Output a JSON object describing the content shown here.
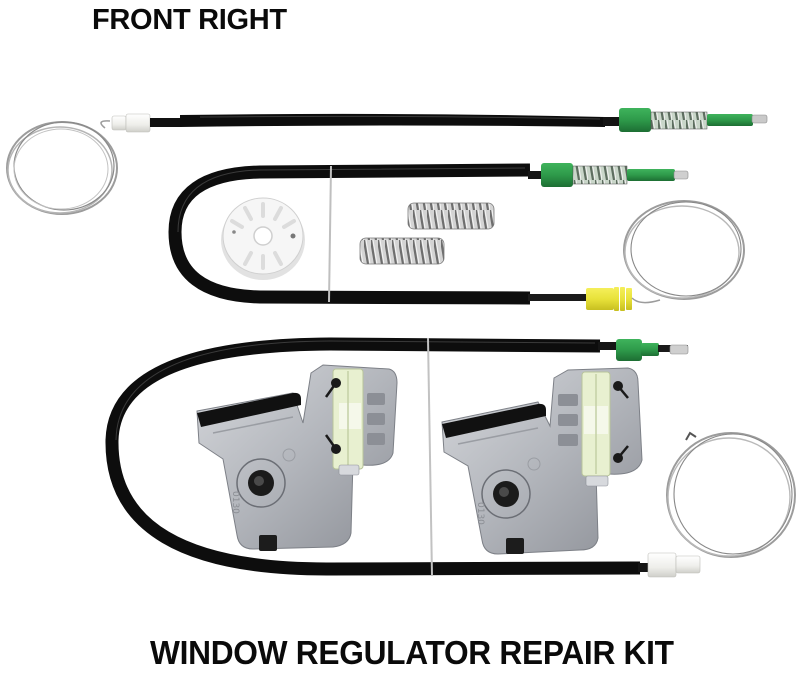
{
  "header": {
    "title": "FRONT RIGHT"
  },
  "footer": {
    "title": "WINDOW REGULATOR REPAIR KIT"
  },
  "photo": {
    "subject": "window regulator repair kit components",
    "components": [
      {
        "name": "upper-cable-assembly",
        "end_fitting_color": "#2e9a4a",
        "conduit_color": "#0d0d0d",
        "start_fitting_color": "#f2f2ee"
      },
      {
        "name": "middle-u-cable-assembly",
        "end_fitting_top_color": "#2e9a4a",
        "end_fitting_bottom_color": "#e8e23a"
      },
      {
        "name": "lower-u-cable-assembly",
        "end_fitting_top_color": "#2e9a4a",
        "end_fitting_bottom_color": "#f2f2ee"
      },
      {
        "name": "cable-pulley",
        "color": "#f4f4f4"
      },
      {
        "name": "compression-spring",
        "count": 2,
        "color": "#9a9a9a"
      },
      {
        "name": "window-slider-clip",
        "count": 2,
        "color": "#b9bcc2"
      },
      {
        "name": "coiled-steel-cable",
        "count": 3,
        "color": "#a9a9a9"
      }
    ],
    "colors": {
      "background": "#ffffff",
      "conduit": "#0d0d0d",
      "green_fitting": "#2e9a4a",
      "yellow_fitting": "#e8e23a",
      "white_fitting": "#f2f2ee",
      "steel": "#a9a9a9",
      "clip_metal": "#b9bcc2",
      "clip_plastic": "#e6efcf"
    }
  }
}
